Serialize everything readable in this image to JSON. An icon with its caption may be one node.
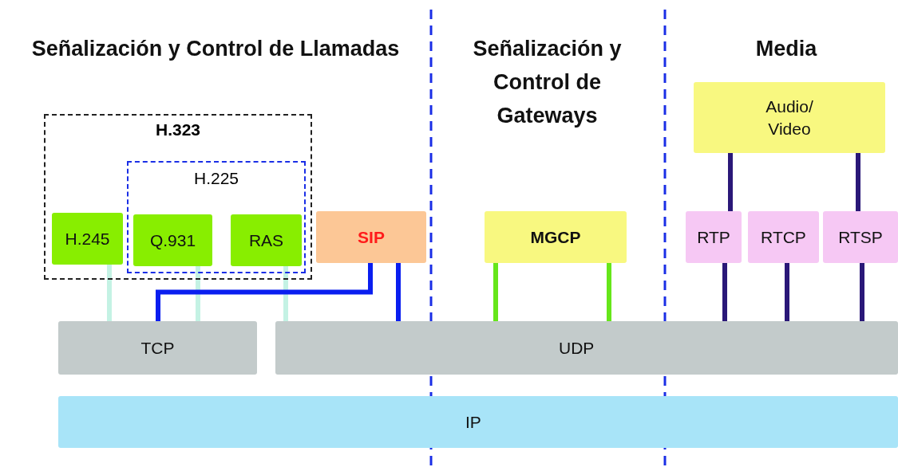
{
  "diagram": {
    "nodes": [
      {
        "text": [
          "H.323"
        ]
      },
      {
        "text": [
          "H.245"
        ],
        "in": 0
      },
      {
        "text": [
          "H.225"
        ],
        "in": 0
      },
      {
        "text": [
          "Q.931"
        ],
        "in": 2
      },
      {
        "text": [
          "RAS"
        ],
        "in": 2
      },
      {
        "text": [
          "SIP"
        ]
      },
      {
        "text": [
          "MGCP"
        ]
      },
      {
        "text": [
          "Audio/ Video"
        ]
      },
      {
        "text": [
          "RTP"
        ]
      },
      {
        "text": [
          "RTCP"
        ]
      },
      {
        "text": [
          "RTSP"
        ]
      },
      {
        "text": [
          "TCP"
        ]
      },
      {
        "text": [
          "UDP"
        ]
      },
      {
        "text": [
          "IP"
        ]
      }
    ],
    "edges": [
      {
        "from": 1,
        "to": 11,
        "arrow": "none",
        "color": "#c4f2e4"
      },
      {
        "from": 3,
        "to": 11,
        "arrow": "none",
        "color": "#c4f2e4"
      },
      {
        "from": 4,
        "to": 12,
        "arrow": "none",
        "color": "#c4f2e4"
      },
      {
        "from": 5,
        "to": 11,
        "arrow": "none",
        "color": "#0a1ef0"
      },
      {
        "from": 5,
        "to": 12,
        "arrow": "none",
        "color": "#0a1ef0"
      },
      {
        "from": 6,
        "to": 12,
        "arrow": "none",
        "color": "#66e61a"
      },
      {
        "from": 6,
        "to": 12,
        "arrow": "none",
        "color": "#66e61a"
      },
      {
        "from": 7,
        "to": 8,
        "arrow": "none"
      },
      {
        "from": 7,
        "to": 10,
        "arrow": "none"
      },
      {
        "from": 8,
        "to": 12,
        "arrow": "none"
      },
      {
        "from": 9,
        "to": 12,
        "arrow": "none"
      },
      {
        "from": 10,
        "to": 12,
        "arrow": "none"
      }
    ],
    "labels": [
      "Señalización y Control de Llamadas",
      "Señalización y Control de Gateways",
      "Media"
    ]
  }
}
